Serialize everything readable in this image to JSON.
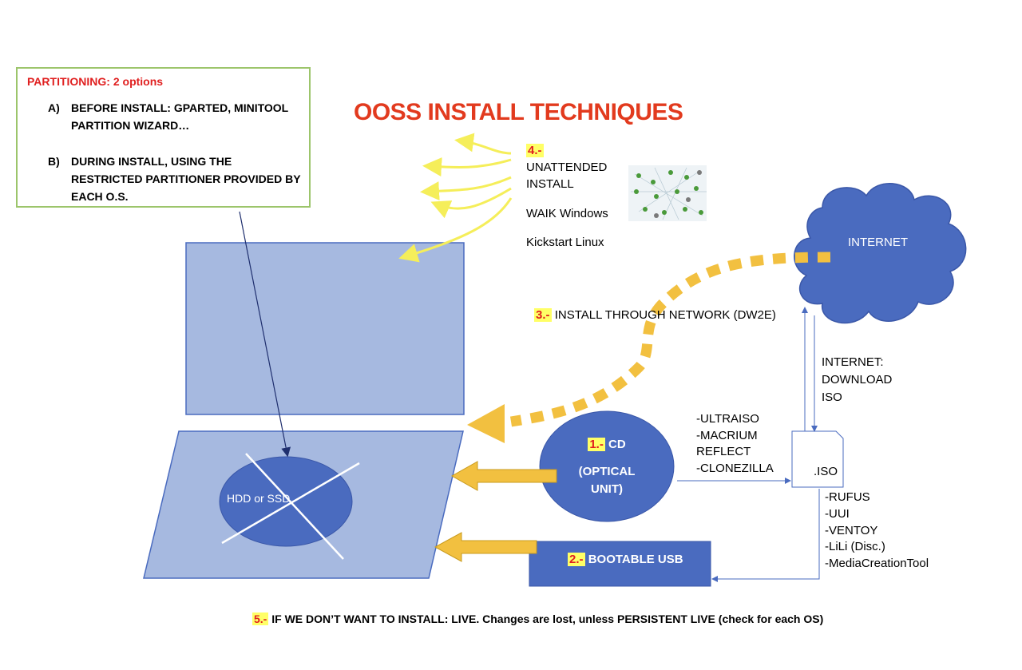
{
  "title": "OOSS INSTALL TECHNIQUES",
  "partitioning": {
    "heading": "PARTITIONING: 2 options",
    "items": [
      {
        "letter": "A)",
        "text": "BEFORE INSTALL: GPARTED, MINITOOL PARTITION WIZARD…"
      },
      {
        "letter": "B)",
        "text": "DURING INSTALL, USING THE RESTRICTED PARTITIONER PROVIDED BY EACH O.S."
      }
    ]
  },
  "unattended": {
    "number": "4.-",
    "line1": "UNATTENDED",
    "line2": "INSTALL",
    "waik": "WAIK Windows",
    "kickstart": "Kickstart Linux"
  },
  "internet_cloud": "INTERNET",
  "network": {
    "number": "3.-",
    "label": "INSTALL THROUGH NETWORK (DW2E)"
  },
  "download": {
    "line1": "INTERNET:",
    "line2": "DOWNLOAD",
    "line3": "ISO"
  },
  "disk": {
    "label": "HDD or SSD"
  },
  "cd": {
    "number": "1.-",
    "label": "CD",
    "line2": "(OPTICAL",
    "line3": "UNIT)"
  },
  "iso_tools": [
    "-ULTRAISO",
    "-MACRIUM",
    "REFLECT",
    "-CLONEZILLA"
  ],
  "iso_label": ".ISO",
  "usb_tools": [
    "-RUFUS",
    "-UUI",
    "-VENTOY",
    "-LiLi (Disc.)",
    "-MediaCreationTool"
  ],
  "usb": {
    "number": "2.-",
    "label": "BOOTABLE USB"
  },
  "live": {
    "number": "5.-",
    "label": "IF WE DON’T WANT TO INSTALL: LIVE. Changes are lost, unless PERSISTENT LIVE (check for each OS)"
  },
  "colors": {
    "title": "#e23a1e",
    "blue": "#4a6bbf",
    "light_blue": "#a6b9e0",
    "yellow_arrow": "#f2c040",
    "green_border": "#9cc56b"
  }
}
